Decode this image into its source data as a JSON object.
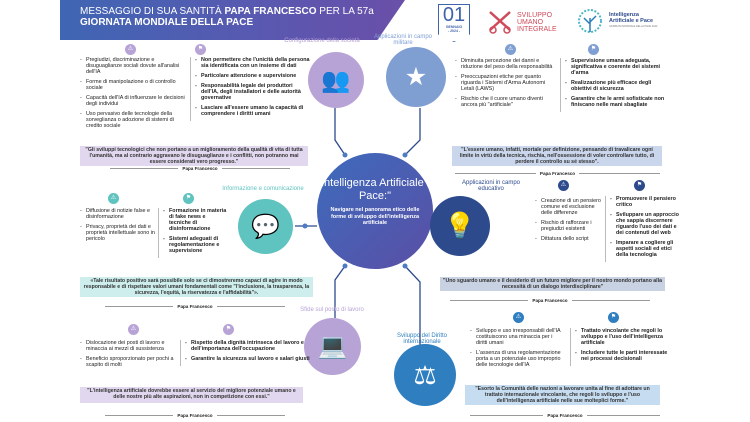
{
  "header": {
    "line1_pre": "MESSAGGIO DI SUA SANTITÀ ",
    "line1_bold": "PAPA FRANCESCO",
    "line1_post": " PER LA 57a",
    "line2": "GIORNATA MONDIALE DELLA PACE"
  },
  "date": {
    "day": "01",
    "month": "GENNAIO",
    "year": "- 2024 -"
  },
  "logos": {
    "sviluppo": [
      "SVILUPPO",
      "UMANO",
      "INTEGRALE"
    ],
    "iap": {
      "title1": "Intelligenza",
      "title2": "Artificiale e Pace",
      "sub": "GIORNATA MONDIALE DELLA PACE 2024"
    }
  },
  "center": {
    "title": "\"Intelligenza Artificiale e Pace:\"",
    "subtitle": "Navigare nel panorama etico delle forme di sviluppo dell'intelligenza artificiale"
  },
  "colors": {
    "lavender": "#b7a3d6",
    "military": "#7f9fd3",
    "teal": "#5fc3c0",
    "edu": "#2c4a8c",
    "law": "#2f7fc0",
    "banner": "#4a5fb0"
  },
  "icons": {
    "risk": "warning-triangle-icon",
    "proposal": "flag-icon"
  },
  "sections": [
    {
      "label": "Configurazione della società",
      "icon": "users-gear-icon",
      "risks": [
        "Pregiudizi, discriminazione e disuguaglianze sociali dovute all'analisi dell'IA",
        "Forme di manipolazione o di controllo sociale",
        "Capacità dell'IA di influenzare le decisioni degli individui",
        "Uso pervasivo delle tecnologie della sorveglianza o adozione di sistemi di credito sociale"
      ],
      "proposals": [
        "Non permettere che l'unicità della persona sia identificata con un insieme di dati",
        "Particolare attenzione e supervisione",
        "Responsabilità legale dei produttori dell'IA, degli installatori e delle autorità governative",
        "Lasciare all'essere umano la capacità di comprendere i diritti umani"
      ],
      "quote": "\"Gli sviluppi tecnologici che non portano a un miglioramento della qualità di vita di tutta l'umanità, ma al contrario aggravano le disuguaglianze e i conflitti, non potranno mai essere considerati vero progresso.\"",
      "author": "Papa Francesco"
    },
    {
      "label": "Applicazioni in campo militare",
      "icon": "military-rank-icon",
      "risks": [
        "Diminuita percezione dei danni e riduzione del peso della responsabilità",
        "Preoccupazioni etiche per quanto riguarda i Sistemi d'Arma Autonomi Letali (LAWS)",
        "Rischio che il cuore umano diventi ancora più \"artificiale\""
      ],
      "proposals": [
        "Supervisione umana adeguata, significativa e coerente dei sistemi d'arma",
        "Realizzazione più efficace degli obiettivi di sicurezza",
        "Garantire che le armi sofisticate non finiscano nelle mani sbagliate"
      ],
      "quote": "\"L'essere umano, infatti, mortale per definizione, pensando di travalicare ogni limite in virtù della tecnica, rischia, nell'ossessione di voler controllare tutto, di perdere il controllo su sé stesso\".",
      "author": "Papa Francesco"
    },
    {
      "label": "Informazione e comunicazione",
      "icon": "chat-bubbles-icon",
      "risks": [
        "Diffusione di notizie false e disinformazione",
        "Privacy, proprietà dei dati e proprietà intellettuale sono in pericolo"
      ],
      "proposals": [
        "Formazione in materia di fake news e tecniche di disinformazione",
        "Sistemi adeguati di regolamentazione e supervisione"
      ],
      "quote": "«Tale risultato positivo sarà possibile solo se ci dimostreremo capaci di agire in modo responsabile e di rispettare valori umani fondamentali come \"l'inclusione, la trasparenza, la sicurezza, l'equità, la riservatezza e l'affidabilità\"».",
      "author": "Papa Francesco"
    },
    {
      "label": "Applicazioni in campo educativo",
      "icon": "lightbulb-book-icon",
      "risks": [
        "Creazione di un pensiero comune ed esclusione delle differenze",
        "Rischio di rafforzare i pregiudizi esistenti",
        "Dittatura dello script"
      ],
      "proposals": [
        "Promuovere il pensiero critico",
        "Sviluppare un approccio che sappia discernere riguardo l'uso dei dati e dei contenuti del web",
        "Imparare a cogliere gli aspetti sociali ed etici della tecnologia"
      ],
      "quote": "\"Uno sguardo umano e il desiderio di un futuro migliore per il nostro mondo portano alla necessità di un dialogo interdisciplinare\"",
      "author": "Papa Francesco"
    },
    {
      "label": "Sfide sul posto di lavoro",
      "icon": "worker-laptop-icon",
      "risks": [
        "Dislocazione dei posti di lavoro e minaccia ai mezzi di sussistenza",
        "Beneficio sproporzionato per pochi a scapito di molti"
      ],
      "proposals": [
        "Rispetto della dignità intrinseca del lavoro e dell'importanza dell'occupazione",
        "Garantire la sicurezza sul lavoro e salari giusti"
      ],
      "quote": "\"L'intelligenza artificiale dovrebbe essere al servizio del migliore potenziale umano e delle nostre più alte aspirazioni, non in competizione con essi.\"",
      "author": "Papa Francesco"
    },
    {
      "label": "Sviluppo del Diritto internazionale",
      "icon": "scales-icon",
      "risks": [
        "Sviluppo e uso irresponsabili dell'IA costituiscono una minaccia per i diritti umani",
        "L'assenza di una regolamentazione porta a un potenziale uso improprio delle tecnologie dell'IA"
      ],
      "proposals": [
        "Trattato vincolante che regoli lo sviluppo e l'uso dell'intelligenza artificiale",
        "Includere tutte le parti interessate nei processi decisionali"
      ],
      "quote": "\"Esorto la Comunità delle nazioni a lavorare unita al fine di adottare un trattato internazionale vincolante, che regoli lo sviluppo e l'uso dell'intelligenza artificiale nelle sue molteplici forme.\"",
      "author": "Papa Francesco"
    }
  ]
}
